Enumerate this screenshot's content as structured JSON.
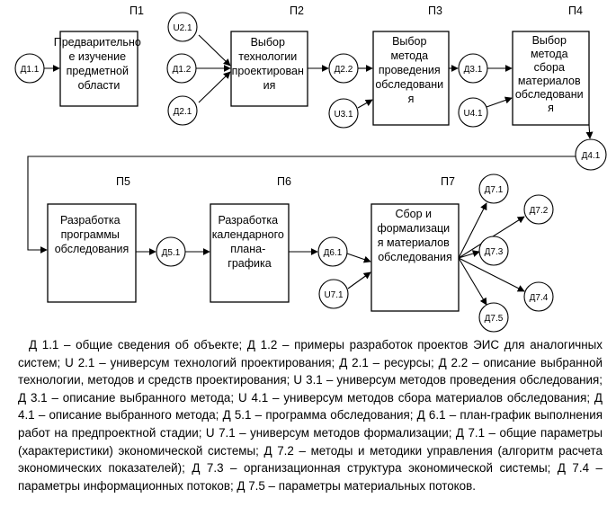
{
  "processes": [
    {
      "id": "p1",
      "label": "П1",
      "lines": [
        "Предварительно",
        "е изучение",
        "предметной",
        "области"
      ]
    },
    {
      "id": "p2",
      "label": "П2",
      "lines": [
        "Выбор",
        "технологии",
        "проектирован",
        "ия"
      ]
    },
    {
      "id": "p3",
      "label": "П3",
      "lines": [
        "Выбор",
        "метода",
        "проведения",
        "обследовани",
        "я"
      ]
    },
    {
      "id": "p4",
      "label": "П4",
      "lines": [
        "Выбор",
        "метода",
        "сбора",
        "материалов",
        "обследовани",
        "я"
      ]
    },
    {
      "id": "p5",
      "label": "П5",
      "lines": [
        "Разработка",
        "программы",
        "обследования"
      ]
    },
    {
      "id": "p6",
      "label": "П6",
      "lines": [
        "Разработка",
        "календарного",
        "плана-",
        "графика"
      ]
    },
    {
      "id": "p7",
      "label": "П7",
      "lines": [
        "Сбор и",
        "формализаци",
        "я материалов",
        "обследования"
      ]
    }
  ],
  "nodes": [
    {
      "id": "d11",
      "label": "Д1.1"
    },
    {
      "id": "u21",
      "label": "U2.1"
    },
    {
      "id": "d12",
      "label": "Д1.2"
    },
    {
      "id": "d21",
      "label": "Д2.1"
    },
    {
      "id": "d22",
      "label": "Д2.2"
    },
    {
      "id": "u31",
      "label": "U3.1"
    },
    {
      "id": "d31",
      "label": "Д3.1"
    },
    {
      "id": "u41",
      "label": "U4.1"
    },
    {
      "id": "d41",
      "label": "Д4.1"
    },
    {
      "id": "d51",
      "label": "Д5.1"
    },
    {
      "id": "d61",
      "label": "Д6.1"
    },
    {
      "id": "u71",
      "label": "U7.1"
    },
    {
      "id": "d71",
      "label": "Д7.1"
    },
    {
      "id": "d72",
      "label": "Д7.2"
    },
    {
      "id": "d73",
      "label": "Д7.3"
    },
    {
      "id": "d74",
      "label": "Д7.4"
    },
    {
      "id": "d75",
      "label": "Д7.5"
    }
  ],
  "legend_text": "Д 1.1 – общие сведения об объекте; Д 1.2 – примеры разработок проектов ЭИС для аналогичных систем; U 2.1 – универсум технологий проектирования; Д 2.1 – ресурсы; Д 2.2 – описание выбранной технологии, методов и средств проектирования; U 3.1 – универсум методов проведения обследования; Д 3.1 – описание выбранного метода; U 4.1 – универсум методов сбора материалов обследования; Д 4.1 – описание выбранного метода; Д 5.1 – программа обследования; Д 6.1 – план-график выполнения работ на предпроектной стадии; U 7.1 – универсум методов формализации; Д 7.1 – общие параметры (характеристики) экономической системы; Д  7.2 – методы и методики управления (алгоритм расчета экономических показателей); Д 7.3 – организационная структура экономической системы; Д 7.4 – параметры информационных потоков; Д 7.5 – параметры материальных потоков."
}
